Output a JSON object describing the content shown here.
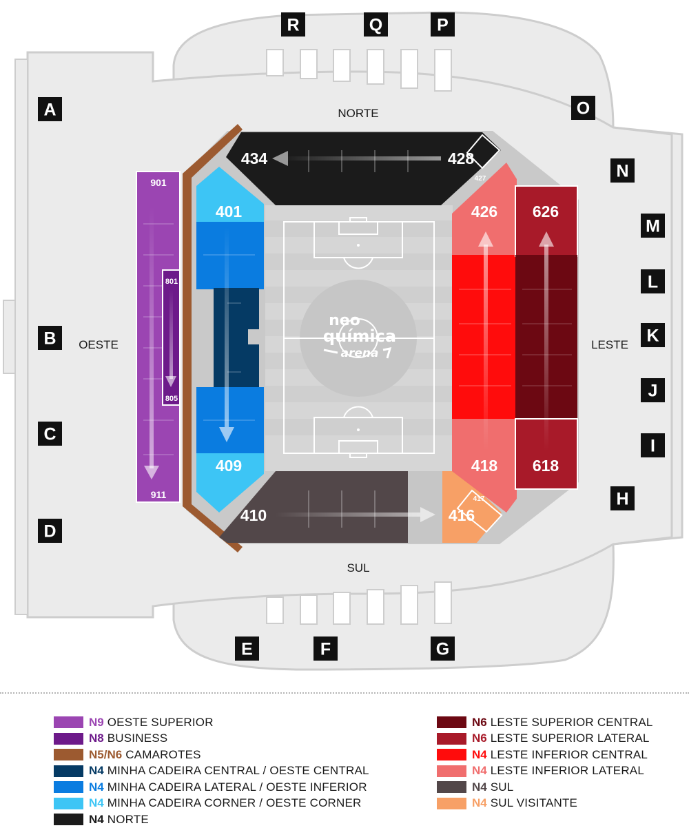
{
  "orientation_labels": {
    "north": "NORTE",
    "south": "SUL",
    "west": "OESTE",
    "east": "LESTE"
  },
  "gates": [
    {
      "id": "gate-a",
      "label": "A"
    },
    {
      "id": "gate-b",
      "label": "B"
    },
    {
      "id": "gate-c",
      "label": "C"
    },
    {
      "id": "gate-d",
      "label": "D"
    },
    {
      "id": "gate-e",
      "label": "E"
    },
    {
      "id": "gate-f",
      "label": "F"
    },
    {
      "id": "gate-g",
      "label": "G"
    },
    {
      "id": "gate-h",
      "label": "H"
    },
    {
      "id": "gate-i",
      "label": "I"
    },
    {
      "id": "gate-j",
      "label": "J"
    },
    {
      "id": "gate-k",
      "label": "K"
    },
    {
      "id": "gate-l",
      "label": "L"
    },
    {
      "id": "gate-m",
      "label": "M"
    },
    {
      "id": "gate-n",
      "label": "N"
    },
    {
      "id": "gate-o",
      "label": "O"
    },
    {
      "id": "gate-p",
      "label": "P"
    },
    {
      "id": "gate-q",
      "label": "Q"
    },
    {
      "id": "gate-r",
      "label": "R"
    }
  ],
  "section_numbers": {
    "s901": "901",
    "s911": "911",
    "s801": "801",
    "s805": "805",
    "s401": "401",
    "s409": "409",
    "s434": "434",
    "s428": "428",
    "s427": "427",
    "s426": "426",
    "s418": "418",
    "s626": "626",
    "s618": "618",
    "s410": "410",
    "s416": "416",
    "s417": "417"
  },
  "logo": {
    "line1": "neo",
    "line2": "química",
    "line3": "arena"
  },
  "legend_left": [
    {
      "code": "N9",
      "name": "OESTE SUPERIOR",
      "color": "#9b45b2",
      "code_color": "#9b45b2"
    },
    {
      "code": "N8",
      "name": "BUSINESS",
      "color": "#6d1a8a",
      "code_color": "#6d1a8a"
    },
    {
      "code": "N5/N6",
      "name": "CAMAROTES",
      "color": "#9c5a30",
      "code_color": "#9c5a30"
    },
    {
      "code": "N4",
      "name": "MINHA CADEIRA CENTRAL / OESTE CENTRAL",
      "color": "#053a64",
      "code_color": "#053a64"
    },
    {
      "code": "N4",
      "name": "MINHA CADEIRA LATERAL / OESTE INFERIOR",
      "color": "#0a7ce0",
      "code_color": "#0a7ce0"
    },
    {
      "code": "N4",
      "name": "MINHA CADEIRA CORNER / OESTE CORNER",
      "color": "#3dc5f5",
      "code_color": "#3dc5f5"
    },
    {
      "code": "N4",
      "name": "NORTE",
      "color": "#1b1b1b",
      "code_color": "#1b1b1b"
    }
  ],
  "legend_right": [
    {
      "code": "N6",
      "name": "LESTE SUPERIOR CENTRAL",
      "color": "#6c0812",
      "code_color": "#6c0812"
    },
    {
      "code": "N6",
      "name": "LESTE SUPERIOR LATERAL",
      "color": "#a81a29",
      "code_color": "#a81a29"
    },
    {
      "code": "N4",
      "name": "LESTE INFERIOR CENTRAL",
      "color": "#ff0c0c",
      "code_color": "#ff0c0c"
    },
    {
      "code": "N4",
      "name": "LESTE INFERIOR LATERAL",
      "color": "#f06e6e",
      "code_color": "#f06e6e"
    },
    {
      "code": "N4",
      "name": "SUL",
      "color": "#524749",
      "code_color": "#524749"
    },
    {
      "code": "N4",
      "name": "SUL VISITANTE",
      "color": "#f7a066",
      "code_color": "#f7a066"
    }
  ]
}
